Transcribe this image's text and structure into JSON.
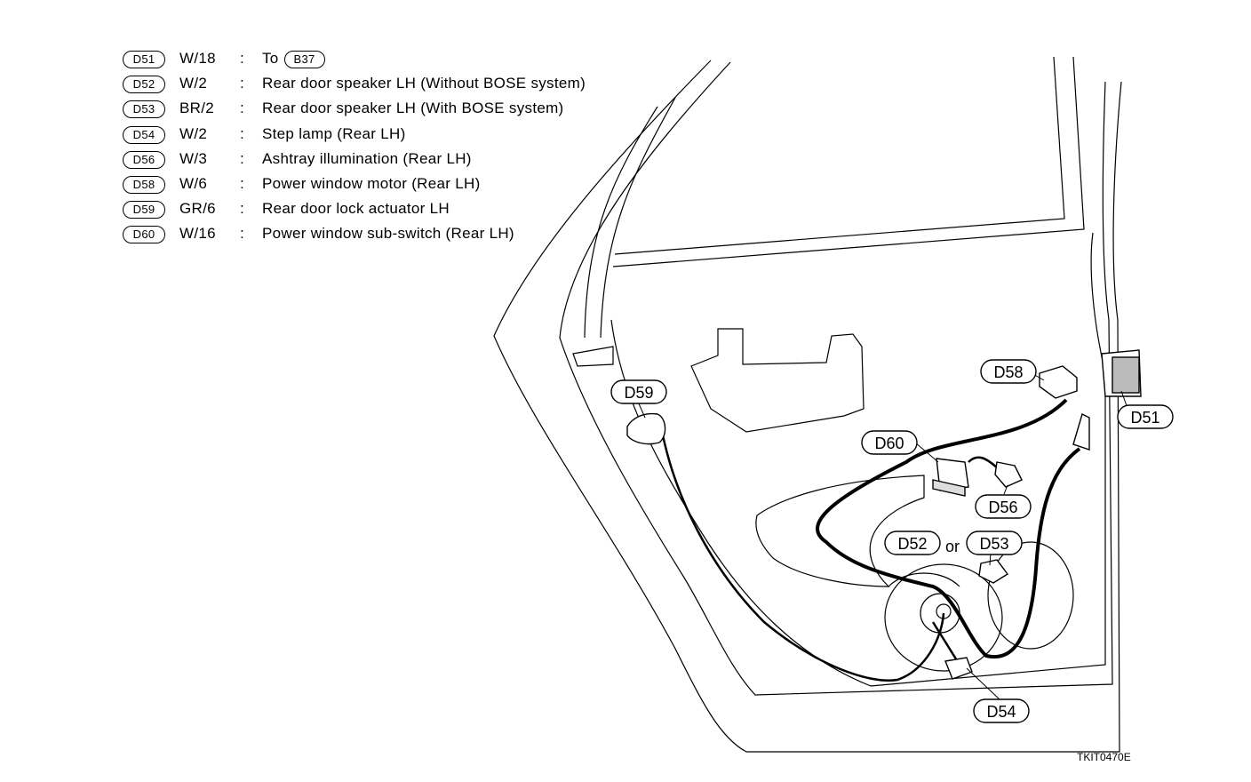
{
  "legend": [
    {
      "id": "D51",
      "spec": "W/18",
      "desc": "To",
      "ref": "B37"
    },
    {
      "id": "D52",
      "spec": "W/2",
      "desc": "Rear door speaker LH (Without BOSE system)"
    },
    {
      "id": "D53",
      "spec": "BR/2",
      "desc": "Rear door speaker LH (With BOSE system)"
    },
    {
      "id": "D54",
      "spec": "W/2",
      "desc": "Step lamp (Rear LH)"
    },
    {
      "id": "D56",
      "spec": "W/3",
      "desc": "Ashtray illumination (Rear LH)"
    },
    {
      "id": "D58",
      "spec": "W/6",
      "desc": "Power window motor (Rear LH)"
    },
    {
      "id": "D59",
      "spec": "GR/6",
      "desc": "Rear door lock actuator LH"
    },
    {
      "id": "D60",
      "spec": "W/16",
      "desc": "Power window sub-switch (Rear LH)"
    }
  ],
  "colon": ":",
  "callouts": {
    "d59": "D59",
    "d58": "D58",
    "d51": "D51",
    "d60": "D60",
    "d56": "D56",
    "d52": "D52",
    "or": "or",
    "d53": "D53",
    "d54": "D54"
  },
  "figure_code": "TKIT0470E"
}
